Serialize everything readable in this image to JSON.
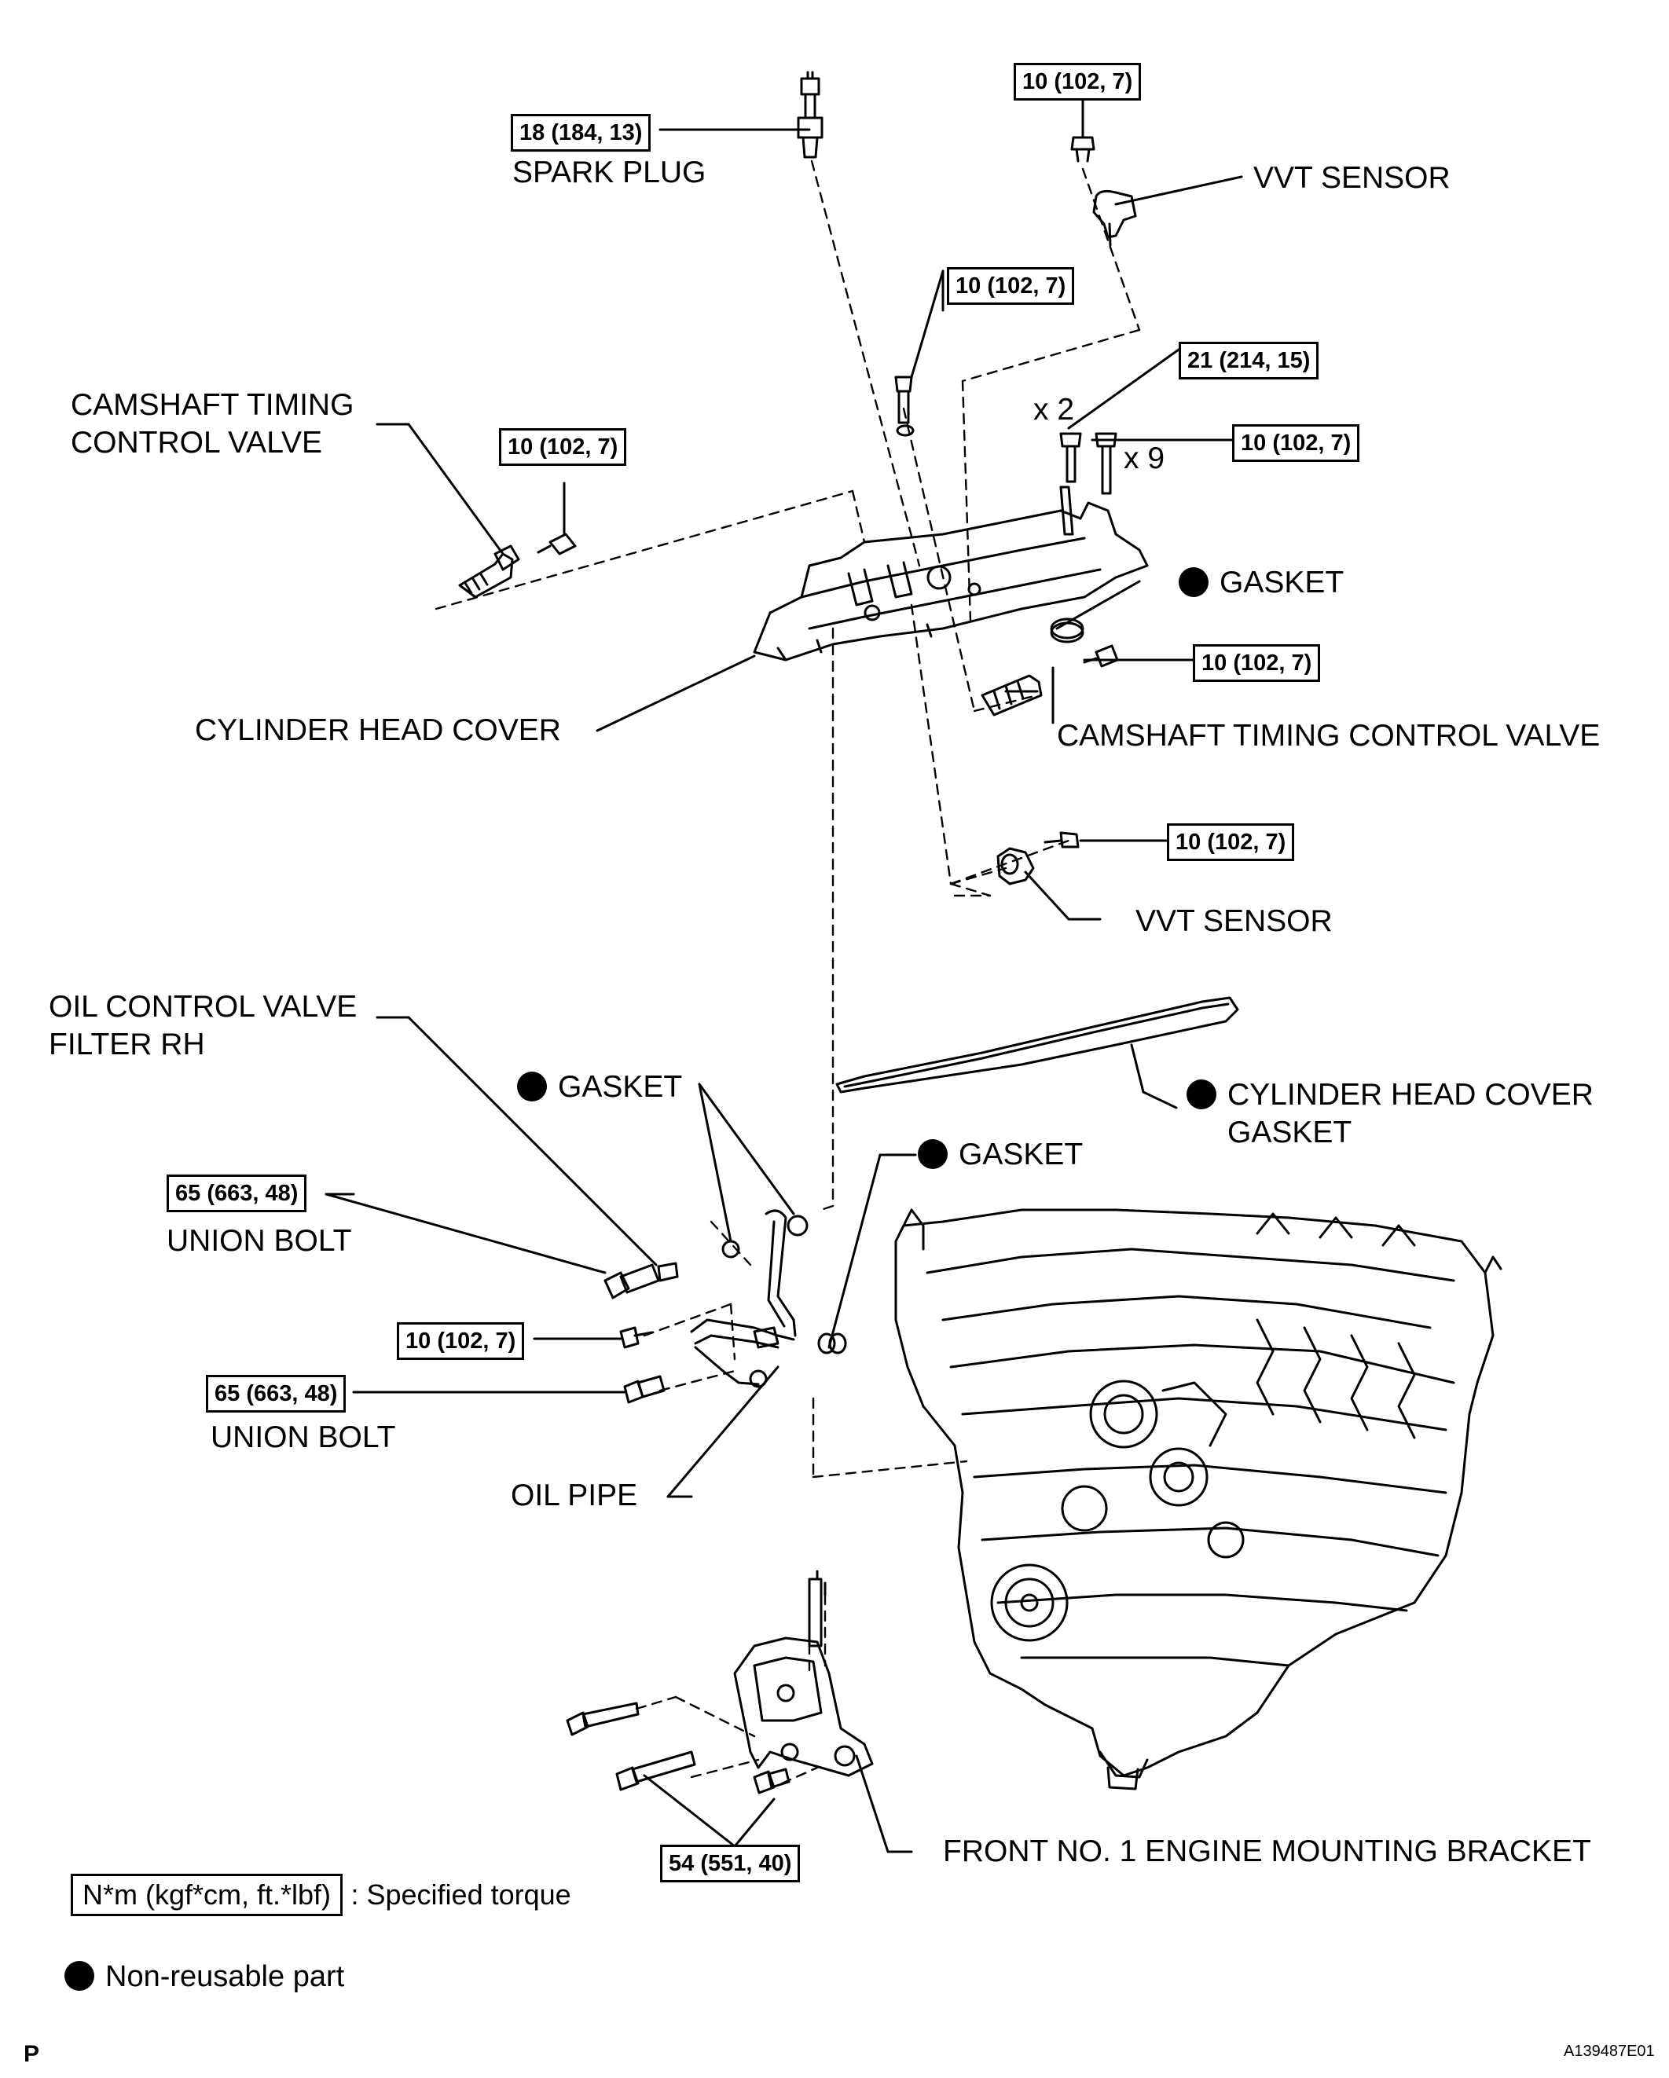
{
  "labels": {
    "spark_plug": "SPARK PLUG",
    "vvt_sensor_top": "VVT SENSOR",
    "camshaft_valve_left_line1": "CAMSHAFT TIMING",
    "camshaft_valve_left_line2": "CONTROL VALVE",
    "cylinder_head_cover": "CYLINDER HEAD COVER",
    "camshaft_valve_right": "CAMSHAFT TIMING CONTROL VALVE",
    "vvt_sensor_bottom": "VVT SENSOR",
    "gasket_top": "GASKET",
    "oil_control_valve_filter_line1": "OIL CONTROL VALVE",
    "oil_control_valve_filter_line2": "FILTER RH",
    "gasket_oil_pipe": "GASKET",
    "gasket_union": "GASKET",
    "cylinder_head_cover_gasket_line1": "CYLINDER HEAD COVER",
    "cylinder_head_cover_gasket_line2": "GASKET",
    "union_bolt_top": "UNION BOLT",
    "union_bolt_bottom": "UNION BOLT",
    "oil_pipe": "OIL PIPE",
    "mounting_bracket": "FRONT NO. 1 ENGINE MOUNTING BRACKET",
    "qty_x2": "x 2",
    "qty_x9": "x 9"
  },
  "torques": {
    "spark_plug": "18 (184, 13)",
    "vvt_sensor_top": "10 (102, 7)",
    "cover_bolt": "10 (102, 7)",
    "stud_bolt": "21 (214, 15)",
    "cover_bolts_x9": "10 (102, 7)",
    "camshaft_valve_left": "10 (102, 7)",
    "camshaft_valve_right": "10 (102, 7)",
    "vvt_sensor_bottom": "10 (102, 7)",
    "union_bolt_top": "65 (663, 48)",
    "oil_pipe_bolt": "10 (102, 7)",
    "union_bolt_bottom": "65 (663, 48)",
    "bracket_bolts": "54 (551, 40)"
  },
  "legend": {
    "torque_unit": "N*m (kgf*cm, ft.*lbf)",
    "torque_desc": ": Specified torque",
    "non_reusable": "Non-reusable part"
  },
  "footer": {
    "page_mark": "P",
    "figure_id": "A139487E01"
  }
}
